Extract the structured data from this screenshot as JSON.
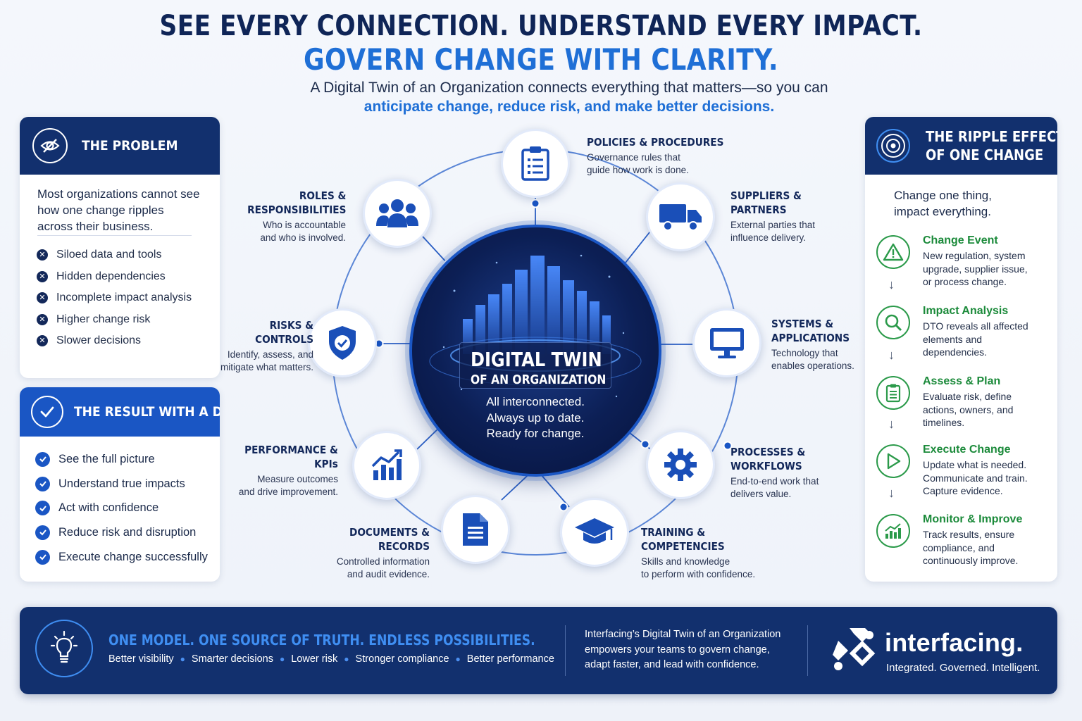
{
  "header": {
    "headline_line1": "SEE EVERY CONNECTION. UNDERSTAND EVERY IMPACT.",
    "headline_line2": "GOVERN CHANGE WITH CLARITY.",
    "subtitle_line1": "A Digital Twin of an Organization connects everything that matters—so you can",
    "subtitle_line2": "anticipate change, reduce risk, and make better decisions."
  },
  "problem": {
    "title": "THE PROBLEM",
    "icon": "eye-slash-icon",
    "text": "Most organizations cannot see how one change ripples across their business.",
    "items": [
      "Siloed data and tools",
      "Hidden dependencies",
      "Incomplete impact analysis",
      "Higher change risk",
      "Slower decisions"
    ]
  },
  "result": {
    "title": "THE RESULT WITH A DTO",
    "icon": "check-circle-icon",
    "items": [
      "See the full picture",
      "Understand true impacts",
      "Act with confidence",
      "Reduce risk and disruption",
      "Execute change successfully"
    ]
  },
  "hub": {
    "title_line1": "DIGITAL TWIN",
    "title_line2": "OF AN ORGANIZATION",
    "lines": [
      "All interconnected.",
      "Always up to date.",
      "Ready for change."
    ]
  },
  "nodes": {
    "policies": {
      "title": [
        "POLICIES & PROCEDURES"
      ],
      "desc": [
        "Governance rules that",
        "guide how work is done."
      ],
      "icon": "clipboard-list-icon"
    },
    "suppliers": {
      "title": [
        "SUPPLIERS &",
        "PARTNERS"
      ],
      "desc": [
        "External parties that",
        "influence delivery."
      ],
      "icon": "truck-icon"
    },
    "systems": {
      "title": [
        "SYSTEMS &",
        "APPLICATIONS"
      ],
      "desc": [
        "Technology that",
        "enables operations."
      ],
      "icon": "monitor-icon"
    },
    "processes": {
      "title": [
        "PROCESSES &",
        "WORKFLOWS"
      ],
      "desc": [
        "End-to-end work that",
        "delivers value."
      ],
      "icon": "gear-icon"
    },
    "training": {
      "title": [
        "TRAINING &",
        "COMPETENCIES"
      ],
      "desc": [
        "Skills and knowledge",
        "to perform with confidence."
      ],
      "icon": "graduation-cap-icon"
    },
    "documents": {
      "title": [
        "DOCUMENTS &",
        "RECORDS"
      ],
      "desc": [
        "Controlled information",
        "and audit evidence."
      ],
      "icon": "document-icon"
    },
    "performance": {
      "title": [
        "PERFORMANCE &",
        "KPIs"
      ],
      "desc": [
        "Measure outcomes",
        "and drive improvement."
      ],
      "icon": "bar-chart-icon"
    },
    "risks": {
      "title": [
        "RISKS &",
        "CONTROLS"
      ],
      "desc": [
        "Identify, assess, and",
        "mitigate what matters."
      ],
      "icon": "shield-check-icon"
    },
    "roles": {
      "title": [
        "ROLES &",
        "RESPONSIBILITIES"
      ],
      "desc": [
        "Who is accountable",
        "and who is involved."
      ],
      "icon": "people-icon"
    }
  },
  "ripple": {
    "title_line1": "THE RIPPLE EFFECT",
    "title_line2": "OF ONE CHANGE",
    "icon": "concentric-circles-icon",
    "intro_line1": "Change one thing,",
    "intro_line2": "impact everything.",
    "steps": [
      {
        "title": "Change Event",
        "desc": [
          "New regulation, system",
          "upgrade, supplier issue,",
          "or process change."
        ],
        "icon": "warning-triangle-icon"
      },
      {
        "title": "Impact Analysis",
        "desc": [
          "DTO reveals all affected",
          "elements and",
          "dependencies."
        ],
        "icon": "magnifier-icon"
      },
      {
        "title": "Assess & Plan",
        "desc": [
          "Evaluate risk, define",
          "actions, owners, and",
          "timelines."
        ],
        "icon": "clipboard-icon"
      },
      {
        "title": "Execute Change",
        "desc": [
          "Update what is needed.",
          "Communicate and train.",
          "Capture evidence."
        ],
        "icon": "play-icon"
      },
      {
        "title": "Monitor & Improve",
        "desc": [
          "Track results, ensure",
          "compliance, and",
          "continuously improve."
        ],
        "icon": "growth-chart-icon"
      }
    ]
  },
  "footer": {
    "icon": "lightbulb-icon",
    "headline": "ONE MODEL. ONE SOURCE OF TRUTH. ENDLESS POSSIBILITIES.",
    "benefits": [
      "Better visibility",
      "Smarter decisions",
      "Lower risk",
      "Stronger compliance",
      "Better performance"
    ],
    "middle_lines": [
      "Interfacing’s Digital Twin of an Organization",
      "empowers your teams to govern change,",
      "adapt faster, and lead with confidence."
    ],
    "brand_name": "interfacing.",
    "brand_tagline": "Integrated. Governed. Intelligent."
  },
  "colors": {
    "navy": "#12306e",
    "blue": "#1a56c4",
    "accent_blue": "#1f6fd6",
    "green": "#1b8a3a"
  }
}
